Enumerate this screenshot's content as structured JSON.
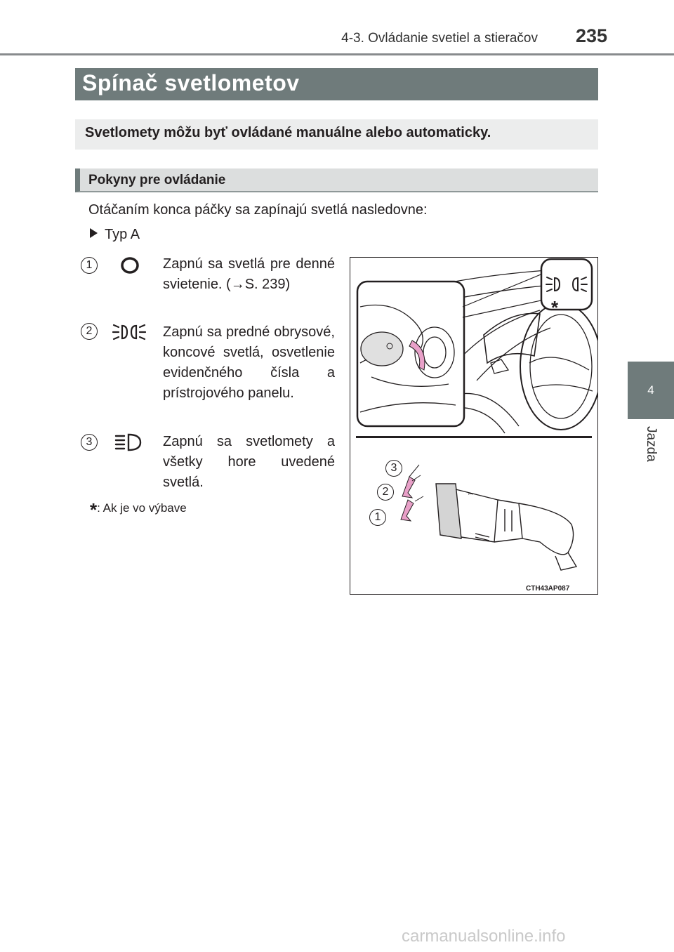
{
  "header": {
    "section": "4-3. Ovládanie svetiel a stieračov",
    "page_number": "235"
  },
  "side_tab": {
    "chapter_number": "4",
    "chapter_name": "Jazda"
  },
  "title": "Spínač svetlometov",
  "summary": "Svetlomety môžu byť ovládané manuálne alebo automaticky.",
  "subheading": "Pokyny pre ovládanie",
  "intro": "Otáčaním konca páčky sa zapínajú svetlá nasledovne:",
  "type_label": "Typ A",
  "items": [
    {
      "number": "1",
      "icon": "drl-icon",
      "text": "Zapnú sa svetlá pre denné svietenie. (→S. 239)"
    },
    {
      "number": "2",
      "icon": "side-marker-lights-icon",
      "text": "Zapnú sa predné obrysové, koncové svetlá, osvetlenie evidenčného čísla a prístrojového panelu."
    },
    {
      "number": "3",
      "icon": "headlight-icon",
      "text": "Zapnú sa svetlomety a všetky hore uvedené svetlá."
    }
  ],
  "footnote": {
    "star": "*",
    "text": ": Ak je vo výbave"
  },
  "figure": {
    "code": "CTH43AP087",
    "callouts": [
      "3",
      "2",
      "1"
    ],
    "star": "*"
  },
  "footer_url": "carmanualsonline.info",
  "colors": {
    "bar": "#6f7b7b",
    "summary_bg": "#eceded",
    "subheading_bg": "#dcdede",
    "arrow_pink": "#e8a0c8"
  }
}
